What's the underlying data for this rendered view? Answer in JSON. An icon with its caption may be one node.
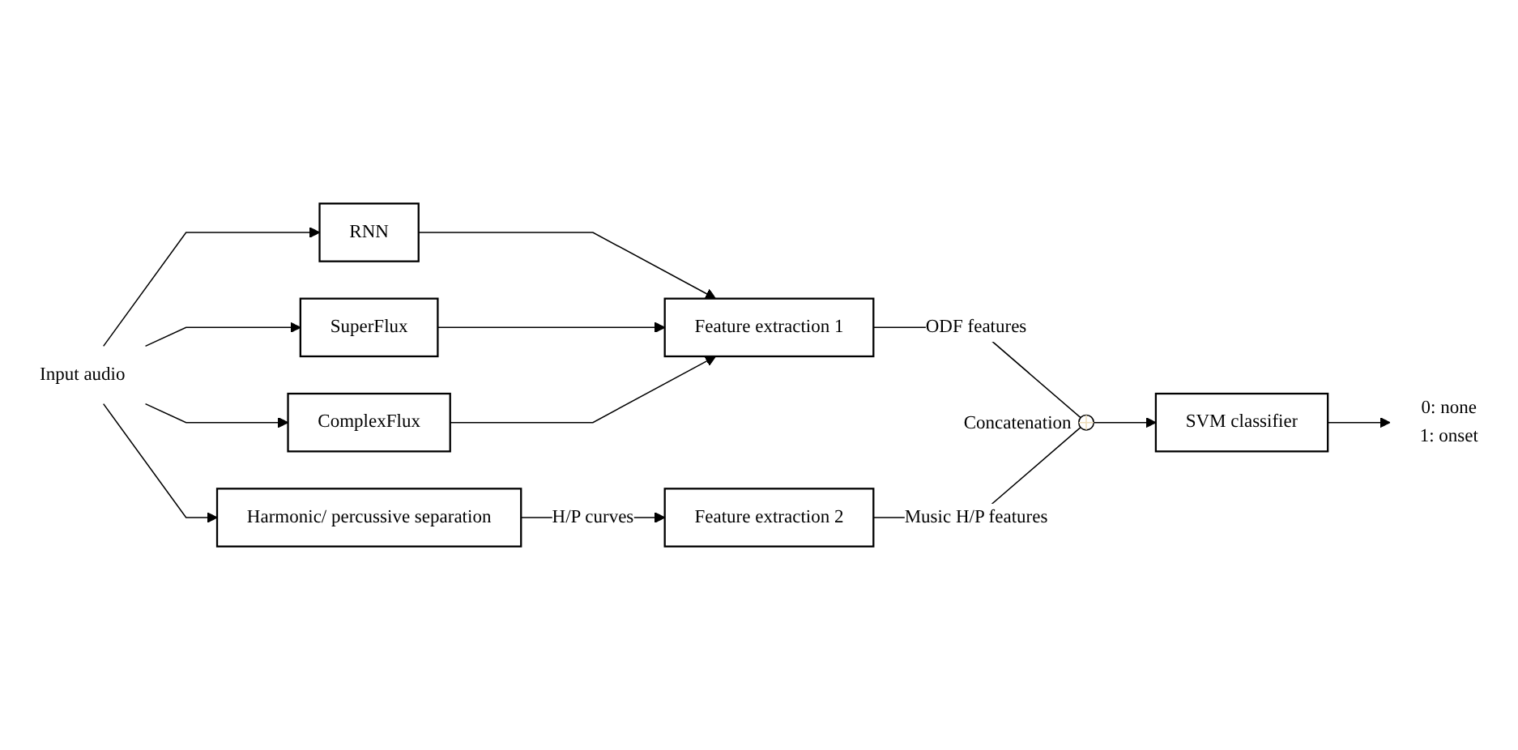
{
  "diagram": {
    "nodes": [
      {
        "text": [
          "Input audio"
        ]
      },
      {
        "text": [
          "RNN"
        ]
      },
      {
        "text": [
          "SuperFlux"
        ]
      },
      {
        "text": [
          "ComplexFlux"
        ]
      },
      {
        "text": [
          "Harmonic/ percussive separation"
        ]
      },
      {
        "text": [
          "Feature extraction 1"
        ]
      },
      {
        "text": [
          "Feature extraction 2"
        ]
      },
      {
        "text": [],
        "shape": "circle",
        "beside": [
          "Concatenation"
        ]
      },
      {
        "text": [
          "SVM classifier"
        ]
      },
      {
        "text": [
          "0: none",
          "1: onset"
        ]
      }
    ],
    "edges": [
      {
        "from": 0,
        "to": 1,
        "arrow": "to"
      },
      {
        "from": 0,
        "to": 2,
        "arrow": "to"
      },
      {
        "from": 0,
        "to": 3,
        "arrow": "to"
      },
      {
        "from": 0,
        "to": 4,
        "arrow": "to"
      },
      {
        "from": 1,
        "to": 5,
        "arrow": "to"
      },
      {
        "from": 2,
        "to": 5,
        "arrow": "to"
      },
      {
        "from": 3,
        "to": 5,
        "arrow": "to"
      },
      {
        "from": 4,
        "to": 6,
        "label": "H/P curves",
        "arrow": "to"
      },
      {
        "from": 5,
        "to": 7,
        "label": "ODF features",
        "arrow": "none"
      },
      {
        "from": 6,
        "to": 7,
        "label": "Music H/P features",
        "arrow": "none"
      },
      {
        "from": 7,
        "to": 8,
        "arrow": "to"
      },
      {
        "from": 8,
        "to": 9,
        "arrow": "to"
      }
    ]
  }
}
